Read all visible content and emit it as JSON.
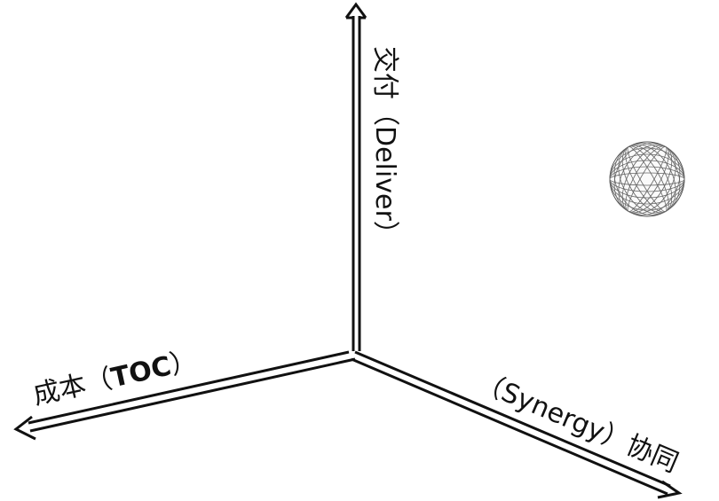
{
  "diagram": {
    "axes": {
      "vertical": {
        "label_prefix": "交付",
        "label_paren": "（Deliver）"
      },
      "left": {
        "label_prefix": "成本（",
        "label_bold": "TOC",
        "label_suffix": "）"
      },
      "right": {
        "label_text": "（Synergy）协同"
      }
    },
    "colors": {
      "axis": "#111111",
      "sphere_wire": "#666666"
    },
    "icons": {
      "sphere": "wireframe-sphere-icon"
    }
  }
}
